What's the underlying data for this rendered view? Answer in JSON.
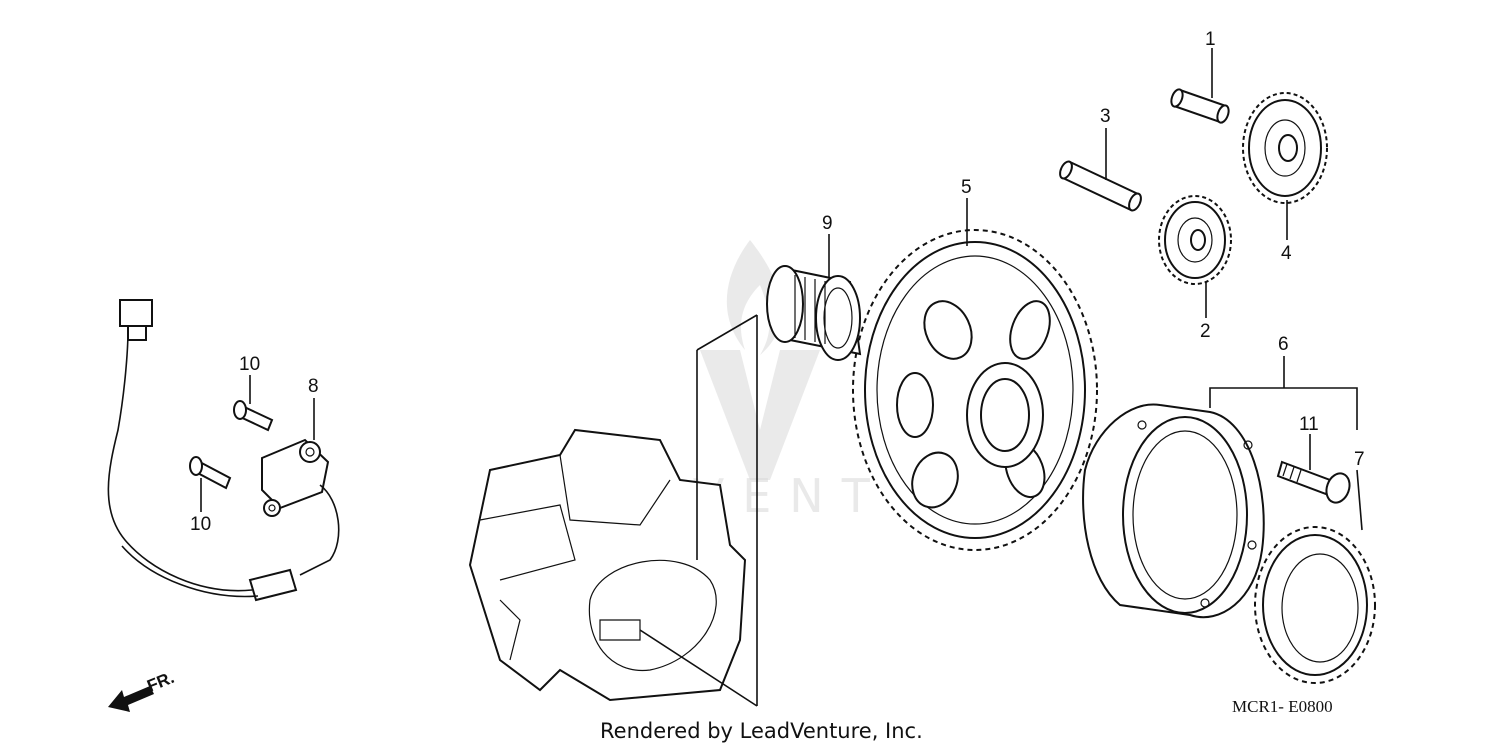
{
  "diagram": {
    "callouts": {
      "c1": "1",
      "c2": "2",
      "c3": "3",
      "c4": "4",
      "c5": "5",
      "c6": "6",
      "c7": "7",
      "c8": "8",
      "c9": "9",
      "c10a": "10",
      "c10b": "10",
      "c11": "11"
    },
    "direction_label": "FR.",
    "diagram_code": "MCR1- E0800",
    "watermark": "LEADVENTURE",
    "credit": "Rendered by LeadVenture, Inc."
  }
}
